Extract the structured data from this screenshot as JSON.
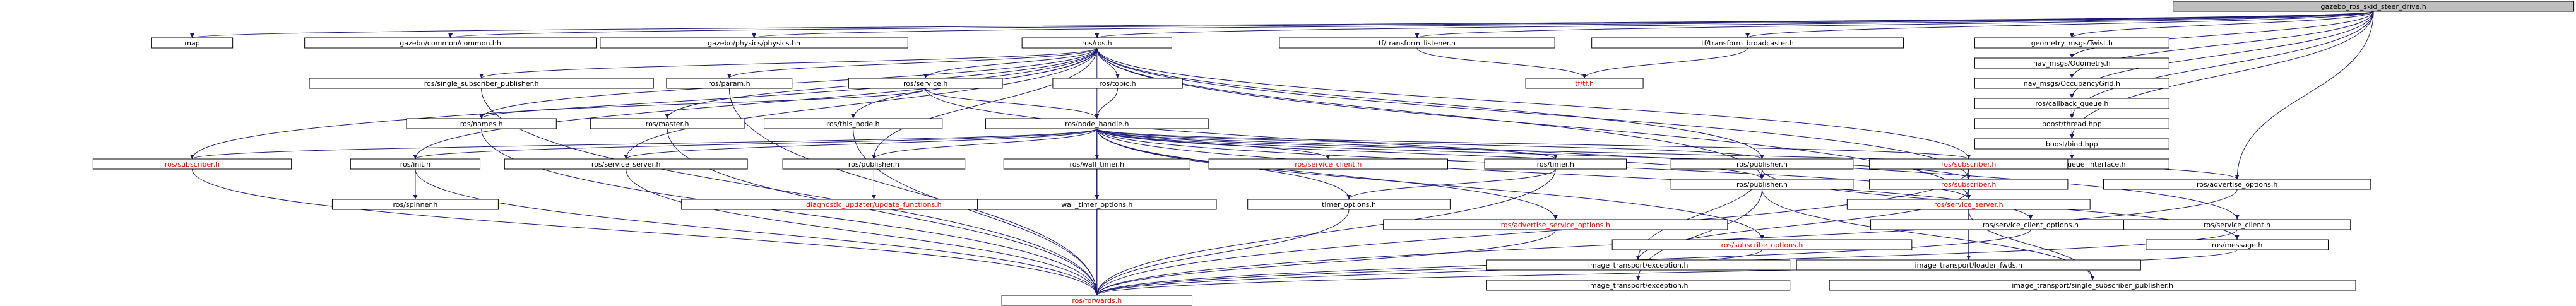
{
  "diagram": {
    "colors": {
      "root_fill": "#bfbfbf",
      "node_fill": "#ffffff",
      "node_border": "#000000",
      "external_border": "#bfbfbf",
      "undocumented_text": "#ff0000",
      "edge": "#191970"
    },
    "nodes": [
      {
        "id": "root",
        "label": "gazebo_ros_skid_steer_drive.h",
        "style": "root"
      },
      {
        "id": "map",
        "label": "map",
        "style": "external"
      },
      {
        "id": "gz_common",
        "label": "gazebo/common/common.hh",
        "style": "external"
      },
      {
        "id": "gz_physics",
        "label": "gazebo/physics/physics.hh",
        "style": "external"
      },
      {
        "id": "ros_ros",
        "label": "ros/ros.h",
        "style": "normal"
      },
      {
        "id": "tf_listener",
        "label": "tf/transform_listener.h",
        "style": "normal"
      },
      {
        "id": "tf_broadcaster",
        "label": "tf/transform_broadcaster.h",
        "style": "normal"
      },
      {
        "id": "geometry_twist",
        "label": "geometry_msgs/Twist.h",
        "style": "external"
      },
      {
        "id": "nav_odom",
        "label": "nav_msgs/Odometry.h",
        "style": "external"
      },
      {
        "id": "nav_grid",
        "label": "nav_msgs/OccupancyGrid.h",
        "style": "external"
      },
      {
        "id": "ros_callback_queue",
        "label": "ros/callback_queue.h",
        "style": "normal"
      },
      {
        "id": "boost_thread",
        "label": "boost/thread.hpp",
        "style": "external"
      },
      {
        "id": "boost_bind",
        "label": "boost/bind.hpp",
        "style": "external"
      },
      {
        "id": "tf_tf",
        "label": "tf/tf.h",
        "style": "red"
      },
      {
        "id": "ros_cb_iface",
        "label": "ros/callback_queue_interface.h",
        "style": "normal"
      },
      {
        "id": "ros_single_sub_pub",
        "label": "ros/single_subscriber_publisher.h",
        "style": "normal"
      },
      {
        "id": "ros_param",
        "label": "ros/param.h",
        "style": "normal"
      },
      {
        "id": "ros_service",
        "label": "ros/service.h",
        "style": "normal"
      },
      {
        "id": "ros_topic",
        "label": "ros/topic.h",
        "style": "normal"
      },
      {
        "id": "ros_names",
        "label": "ros/names.h",
        "style": "normal"
      },
      {
        "id": "ros_master",
        "label": "ros/master.h",
        "style": "normal"
      },
      {
        "id": "ros_this_node",
        "label": "ros/this_node.h",
        "style": "normal"
      },
      {
        "id": "ros_node_handle",
        "label": "ros/node_handle.h",
        "style": "normal"
      },
      {
        "id": "ros_subscriber_l",
        "label": "ros/subscriber.h",
        "style": "red"
      },
      {
        "id": "ros_init",
        "label": "ros/init.h",
        "style": "normal"
      },
      {
        "id": "ros_service_server_l",
        "label": "ros/service_server.h",
        "style": "normal"
      },
      {
        "id": "ros_publisher_l",
        "label": "ros/publisher.h",
        "style": "normal"
      },
      {
        "id": "ros_wall_timer",
        "label": "ros/wall_timer.h",
        "style": "normal"
      },
      {
        "id": "ros_service_client_red",
        "label": "ros/service_client.h",
        "style": "red"
      },
      {
        "id": "ros_timer",
        "label": "ros/timer.h",
        "style": "normal"
      },
      {
        "id": "ros_publisher_m",
        "label": "ros/publisher.h",
        "style": "normal"
      },
      {
        "id": "ros_subscriber_m",
        "label": "ros/subscriber.h",
        "style": "red"
      },
      {
        "id": "ros_publisher_r",
        "label": "ros/publisher.h",
        "style": "normal"
      },
      {
        "id": "ros_subscriber_r",
        "label": "ros/subscriber.h",
        "style": "red"
      },
      {
        "id": "ros_service_server_r",
        "label": "ros/service_server.h",
        "style": "red"
      },
      {
        "id": "ros_advertise_options",
        "label": "ros/advertise_options.h",
        "style": "normal"
      },
      {
        "id": "ros_spinner",
        "label": "ros/spinner.h",
        "style": "normal"
      },
      {
        "id": "diag_updater",
        "label": "diagnostic_updater/update_functions.h",
        "style": "red"
      },
      {
        "id": "ros_wall_timer_options",
        "label": "wall_timer_options.h",
        "style": "normal"
      },
      {
        "id": "ros_timer_options",
        "label": "timer_options.h",
        "style": "normal"
      },
      {
        "id": "ros_adv_service_options",
        "label": "ros/advertise_service_options.h",
        "style": "red"
      },
      {
        "id": "ros_subscribe_options",
        "label": "ros/subscribe_options.h",
        "style": "red"
      },
      {
        "id": "ros_service_client_options",
        "label": "ros/service_client_options.h",
        "style": "normal"
      },
      {
        "id": "ros_service_client_b",
        "label": "ros/service_client.h",
        "style": "normal"
      },
      {
        "id": "ros_message",
        "label": "ros/message.h",
        "style": "normal"
      },
      {
        "id": "it_exception_1",
        "label": "image_transport/exception.h",
        "style": "normal"
      },
      {
        "id": "it_loader_fwds",
        "label": "image_transport/loader_fwds.h",
        "style": "normal"
      },
      {
        "id": "it_exception_2",
        "label": "image_transport/exception.h",
        "style": "normal"
      },
      {
        "id": "it_single_sub_pub",
        "label": "image_transport/single_subscriber_publisher.h",
        "style": "normal"
      },
      {
        "id": "ros_forwards",
        "label": "ros/forwards.h",
        "style": "red"
      }
    ],
    "edges": [
      [
        "root",
        "map"
      ],
      [
        "root",
        "gz_common"
      ],
      [
        "root",
        "gz_physics"
      ],
      [
        "root",
        "ros_ros"
      ],
      [
        "root",
        "tf_listener"
      ],
      [
        "root",
        "tf_broadcaster"
      ],
      [
        "root",
        "geometry_twist"
      ],
      [
        "root",
        "nav_odom"
      ],
      [
        "root",
        "nav_grid"
      ],
      [
        "root",
        "ros_callback_queue"
      ],
      [
        "root",
        "boost_thread"
      ],
      [
        "root",
        "boost_bind"
      ],
      [
        "root",
        "ros_advertise_options"
      ],
      [
        "tf_listener",
        "tf_tf"
      ],
      [
        "tf_broadcaster",
        "tf_tf"
      ],
      [
        "ros_callback_queue",
        "ros_cb_iface"
      ],
      [
        "ros_ros",
        "ros_single_sub_pub"
      ],
      [
        "ros_ros",
        "ros_param"
      ],
      [
        "ros_ros",
        "ros_service"
      ],
      [
        "ros_ros",
        "ros_topic"
      ],
      [
        "ros_ros",
        "ros_names"
      ],
      [
        "ros_ros",
        "ros_master"
      ],
      [
        "ros_ros",
        "ros_this_node"
      ],
      [
        "ros_ros",
        "ros_node_handle"
      ],
      [
        "ros_ros",
        "ros_subscriber_l"
      ],
      [
        "ros_ros",
        "ros_init"
      ],
      [
        "ros_ros",
        "ros_service_server_l"
      ],
      [
        "ros_ros",
        "ros_publisher_l"
      ],
      [
        "ros_ros",
        "ros_publisher_m"
      ],
      [
        "ros_ros",
        "ros_subscriber_m"
      ],
      [
        "ros_ros",
        "ros_publisher_r"
      ],
      [
        "ros_ros",
        "ros_subscriber_r"
      ],
      [
        "ros_ros",
        "ros_service_server_r"
      ],
      [
        "ros_service",
        "ros_names"
      ],
      [
        "ros_service",
        "ros_node_handle"
      ],
      [
        "ros_service",
        "ros_service_client_b"
      ],
      [
        "ros_topic",
        "ros_node_handle"
      ],
      [
        "ros_node_handle",
        "ros_subscriber_l"
      ],
      [
        "ros_node_handle",
        "ros_init"
      ],
      [
        "ros_node_handle",
        "ros_service_server_l"
      ],
      [
        "ros_node_handle",
        "ros_publisher_l"
      ],
      [
        "ros_node_handle",
        "ros_wall_timer"
      ],
      [
        "ros_node_handle",
        "ros_service_client_red"
      ],
      [
        "ros_node_handle",
        "ros_timer"
      ],
      [
        "ros_node_handle",
        "ros_publisher_m"
      ],
      [
        "ros_node_handle",
        "ros_subscriber_m"
      ],
      [
        "ros_node_handle",
        "ros_publisher_r"
      ],
      [
        "ros_node_handle",
        "ros_subscriber_r"
      ],
      [
        "ros_node_handle",
        "ros_service_server_r"
      ],
      [
        "ros_node_handle",
        "ros_advertise_options"
      ],
      [
        "ros_node_handle",
        "ros_wall_timer_options"
      ],
      [
        "ros_node_handle",
        "ros_timer_options"
      ],
      [
        "ros_node_handle",
        "ros_adv_service_options"
      ],
      [
        "ros_node_handle",
        "ros_subscribe_options"
      ],
      [
        "ros_node_handle",
        "ros_service_client_options"
      ],
      [
        "ros_node_handle",
        "ros_forwards"
      ],
      [
        "ros_init",
        "ros_spinner"
      ],
      [
        "ros_init",
        "ros_forwards"
      ],
      [
        "ros_publisher_l",
        "diag_updater"
      ],
      [
        "ros_wall_timer",
        "ros_wall_timer_options"
      ],
      [
        "ros_wall_timer",
        "ros_forwards"
      ],
      [
        "ros_timer",
        "ros_timer_options"
      ],
      [
        "ros_timer",
        "ros_forwards"
      ],
      [
        "ros_publisher_m",
        "ros_message"
      ],
      [
        "ros_publisher_m",
        "it_exception_1"
      ],
      [
        "ros_subscriber_m",
        "it_loader_fwds"
      ],
      [
        "ros_subscriber_m",
        "ros_forwards"
      ],
      [
        "ros_publisher_r",
        "it_exception_2"
      ],
      [
        "ros_publisher_r",
        "it_single_sub_pub"
      ],
      [
        "ros_subscriber_r",
        "it_exception_1"
      ],
      [
        "ros_service_server_r",
        "it_single_sub_pub"
      ],
      [
        "ros_single_sub_pub",
        "ros_forwards"
      ],
      [
        "ros_param",
        "ros_forwards"
      ],
      [
        "ros_names",
        "ros_forwards"
      ],
      [
        "ros_master",
        "ros_forwards"
      ],
      [
        "ros_this_node",
        "ros_forwards"
      ],
      [
        "ros_subscriber_l",
        "ros_forwards"
      ],
      [
        "ros_service_server_l",
        "ros_forwards"
      ],
      [
        "ros_timer_options",
        "ros_forwards"
      ],
      [
        "ros_wall_timer_options",
        "ros_forwards"
      ],
      [
        "ros_adv_service_options",
        "ros_forwards"
      ],
      [
        "ros_subscribe_options",
        "ros_forwards"
      ],
      [
        "ros_service_client_options",
        "ros_forwards"
      ],
      [
        "ros_service_client_b",
        "ros_forwards"
      ],
      [
        "ros_message",
        "ros_forwards"
      ],
      [
        "ros_advertise_options",
        "ros_forwards"
      ]
    ]
  }
}
